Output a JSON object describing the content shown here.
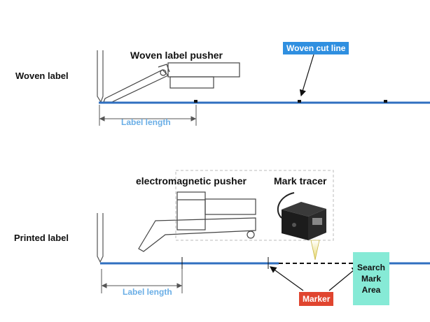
{
  "woven": {
    "label": "Woven label",
    "pusher_label": "Woven label pusher",
    "cut_line_label": "Woven cut line",
    "length_label": "Label length"
  },
  "printed": {
    "label": "Printed label",
    "pusher_label": "electromagnetic pusher",
    "tracer_label": "Mark tracer",
    "length_label": "Label length",
    "marker_label": "Marker",
    "search_label": "Search\nMark\nArea"
  },
  "colors": {
    "tape": "#2f6fc0",
    "cut_badge": "#2f8fe0",
    "length_text": "#6aaee6",
    "marker_badge": "#e0452f",
    "search_area": "#86ead6",
    "beam": "#f1e9a0"
  }
}
